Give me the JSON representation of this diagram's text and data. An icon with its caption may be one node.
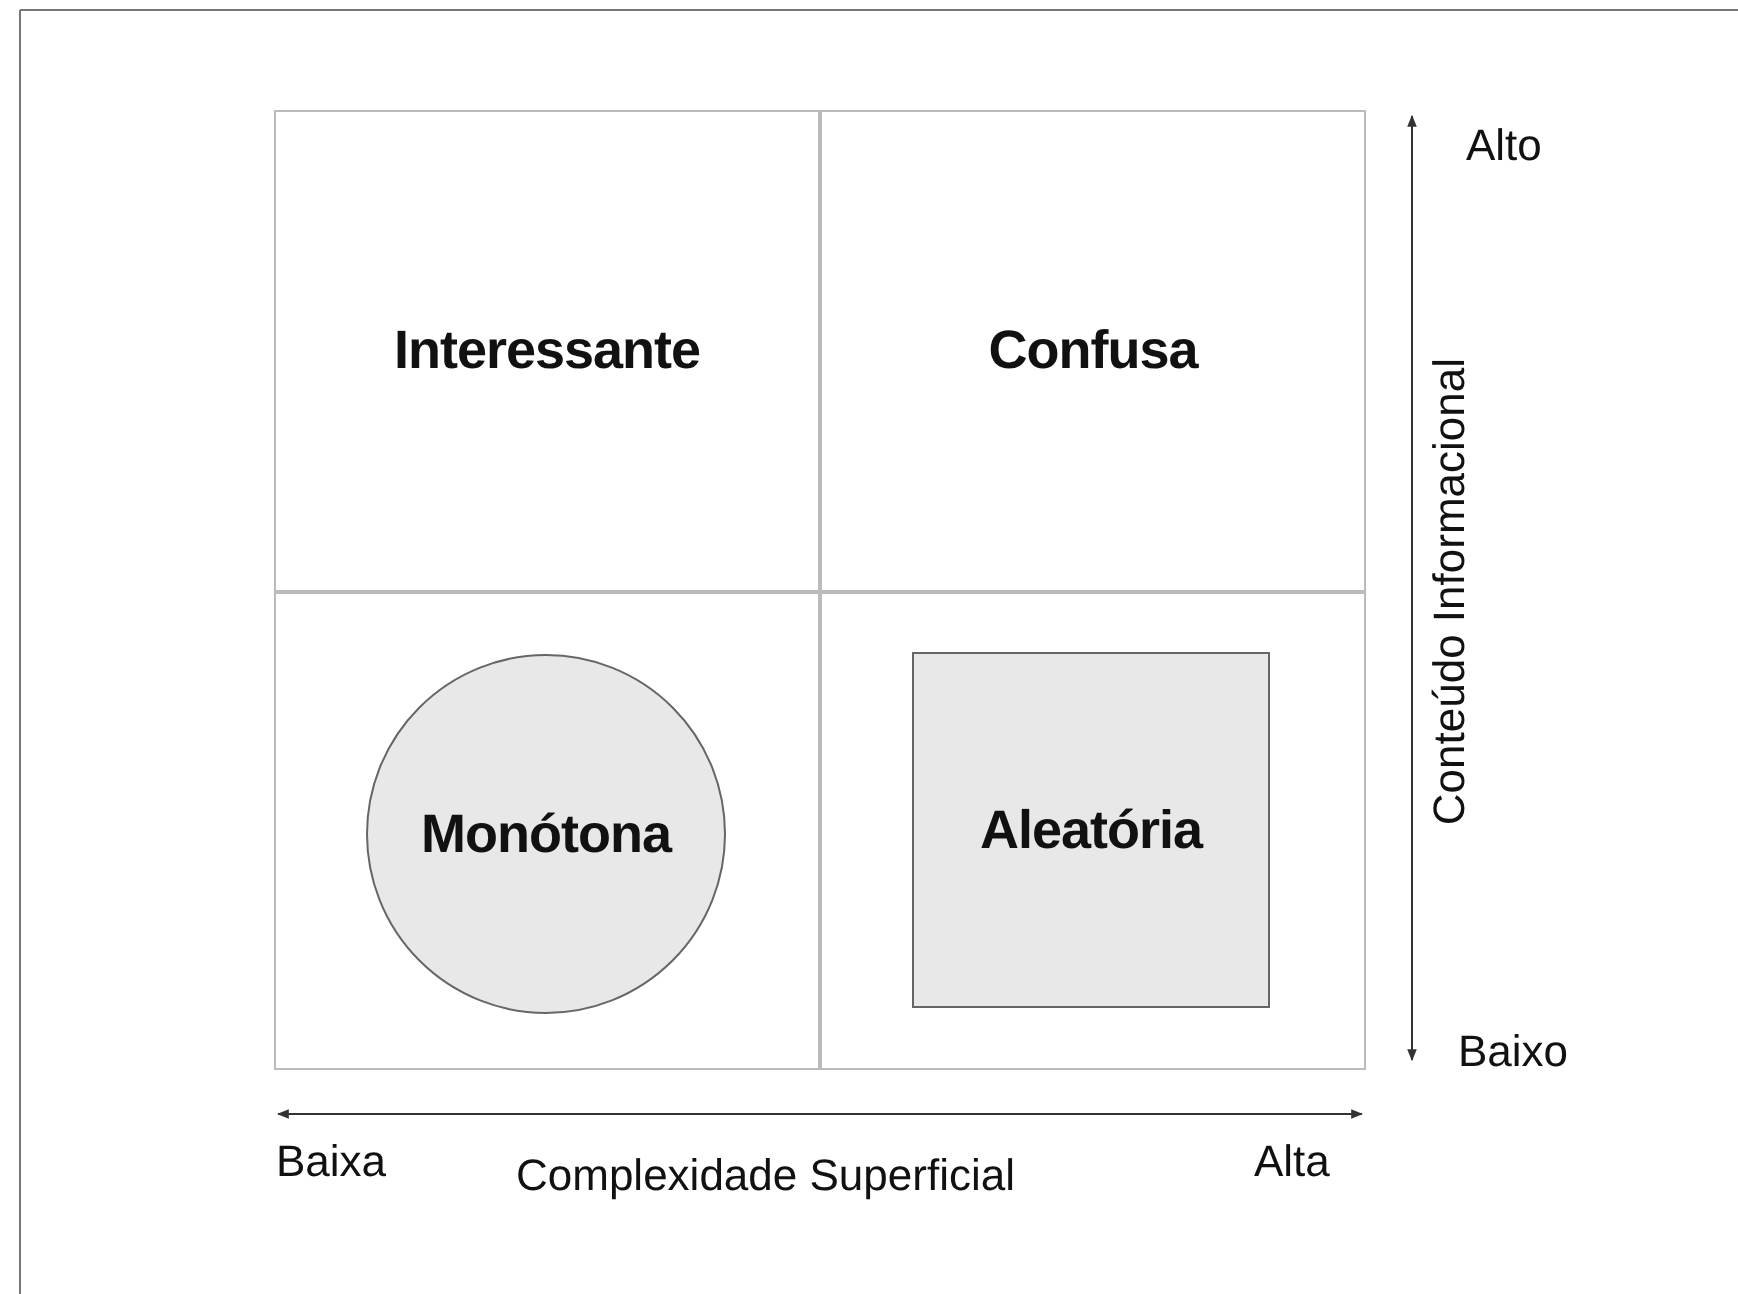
{
  "diagram": {
    "nodes": [
      {
        "text": [
          "Interessante"
        ]
      },
      {
        "text": [
          "Confusa"
        ]
      },
      {
        "text": [],
        "shape": "box"
      },
      {
        "text": [],
        "shape": "box"
      },
      {
        "text": [
          "Monótona"
        ],
        "in": 2
      },
      {
        "text": [
          "Aleatória"
        ],
        "in": 3
      }
    ],
    "edges": [],
    "labels": [
      "Alto",
      "Conteúdo Informacional",
      "Baixo",
      "Baixa",
      "Complexidade Superficial",
      "Alta"
    ]
  }
}
